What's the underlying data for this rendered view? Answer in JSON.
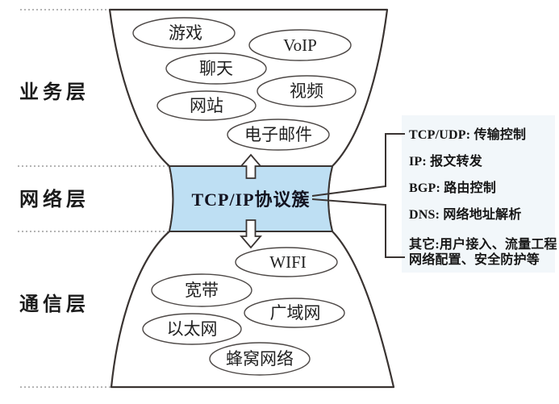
{
  "diagram": {
    "layers": [
      {
        "id": "business",
        "label": "业务层"
      },
      {
        "id": "network",
        "label": "网络层"
      },
      {
        "id": "communication",
        "label": "通信层"
      }
    ],
    "core_label": "TCP/IP协议簇",
    "business_bubbles": [
      "游戏",
      "VoIP",
      "聊天",
      "视频",
      "网站",
      "电子邮件"
    ],
    "communication_bubbles": [
      "WIFI",
      "宽带",
      "广域网",
      "以太网",
      "蜂窝网络"
    ],
    "annotation_lines": [
      "TCP/UDP: 传输控制",
      "IP: 报文转发",
      "BGP: 路由控制",
      "DNS: 网络地址解析",
      "其它:用户接入、流量工程",
      "网络配置、安全防护等"
    ]
  },
  "colors": {
    "band": "#bedff3",
    "box-bg": "#f2f7fa",
    "outline": "#3a3432",
    "ellipse-stroke": "#4d4846",
    "dotted": "#9b9b9b",
    "text": "#1b1b1b"
  }
}
